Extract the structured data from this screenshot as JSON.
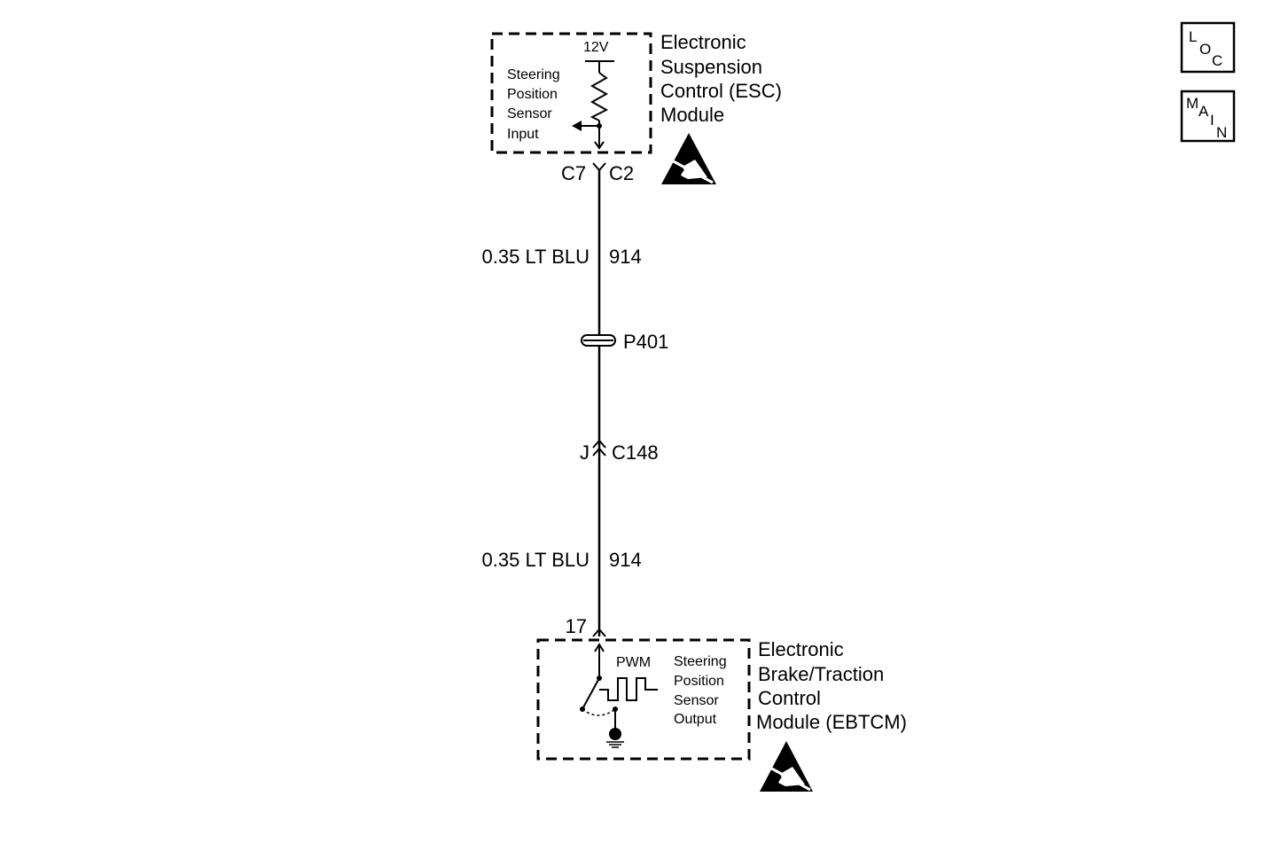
{
  "esc_module": {
    "name_lines": [
      "Electronic",
      "Suspension",
      "Control (ESC)",
      "Module"
    ],
    "voltage": "12V",
    "input_lines": [
      "Steering",
      "Position",
      "Sensor",
      "Input"
    ]
  },
  "esc_connector": {
    "left": "C7",
    "right": "C2"
  },
  "wire_upper": {
    "gauge_color": "0.35 LT BLU",
    "circuit": "914"
  },
  "splice_pack": {
    "label": "P401"
  },
  "inline_connector": {
    "left": "J",
    "right": "C148"
  },
  "wire_lower": {
    "gauge_color": "0.35 LT BLU",
    "circuit": "914"
  },
  "ebtcm_pin": {
    "label": "17"
  },
  "ebtcm_module": {
    "name_lines": [
      "Electronic",
      "Brake/Traction",
      "Control",
      "Module (EBTCM)"
    ],
    "signal_type": "PWM",
    "output_lines": [
      "Steering",
      "Position",
      "Sensor",
      "Output"
    ]
  },
  "nav_buttons": {
    "loc": {
      "letters": [
        "L",
        "O",
        "C"
      ]
    },
    "main": {
      "letters": [
        "M",
        "A",
        "I",
        "N"
      ]
    }
  }
}
